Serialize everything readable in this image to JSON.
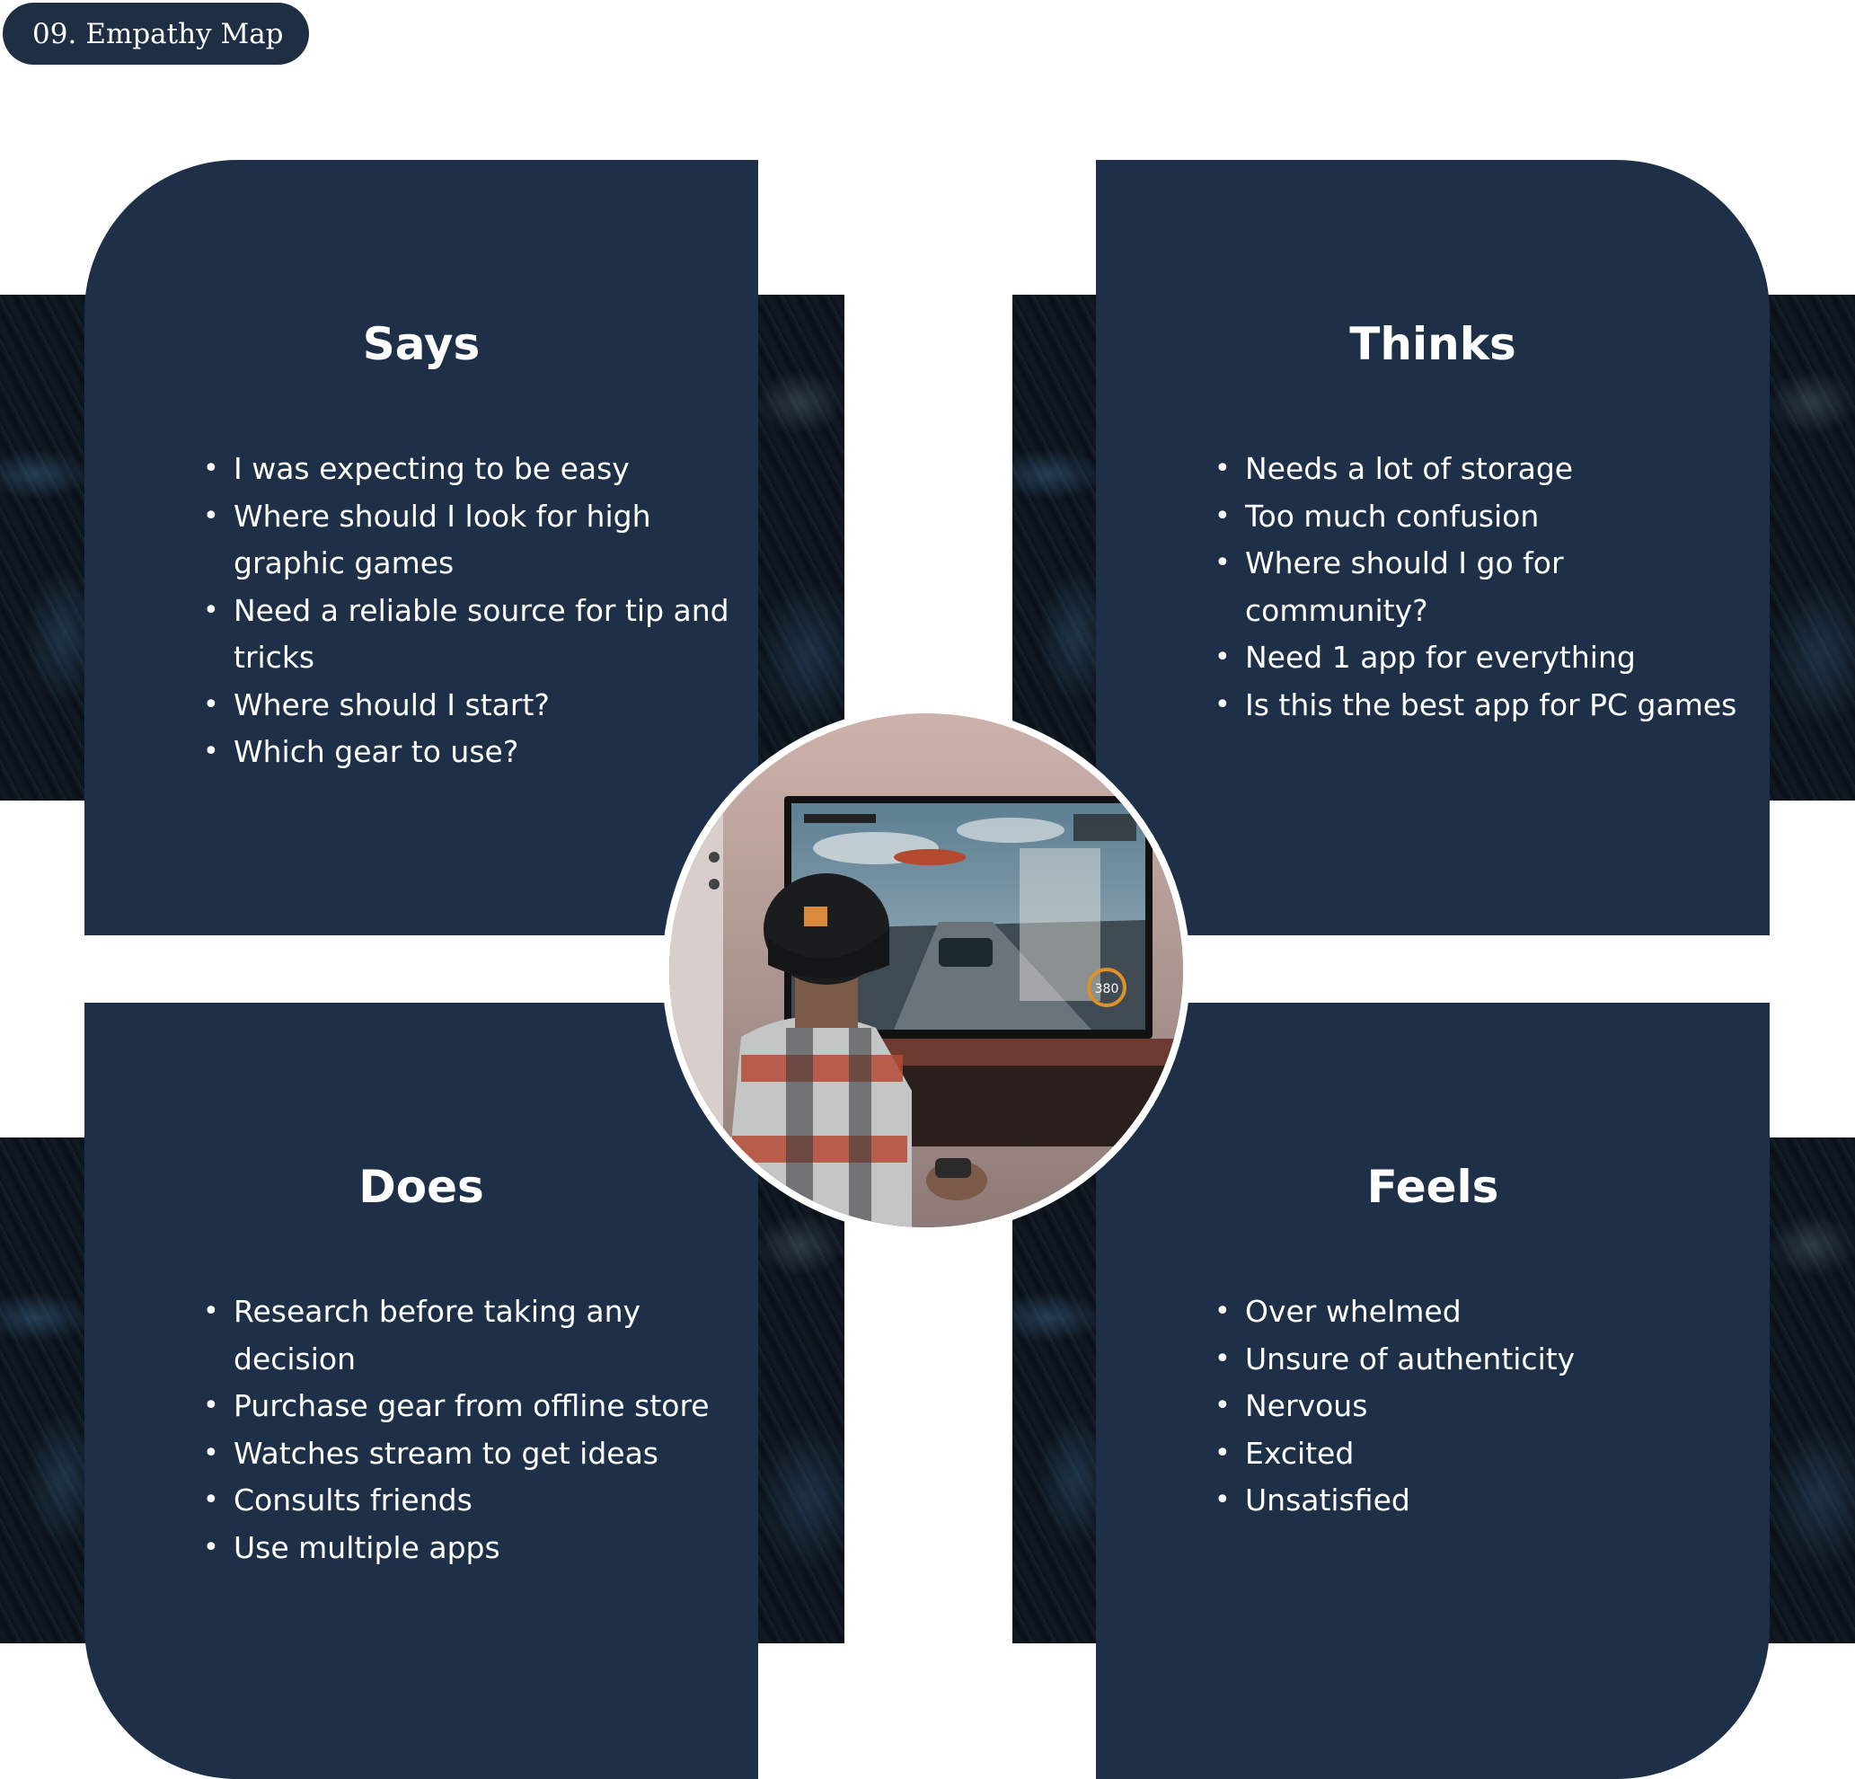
{
  "header": {
    "number": "09.",
    "title": "Empathy Map"
  },
  "quadrants": {
    "says": {
      "title": "Says",
      "items": [
        "I was expecting to be easy",
        "Where should I look for high graphic games",
        "Need a reliable source for tip and tricks",
        "Where should I start?",
        "Which gear to use?"
      ]
    },
    "thinks": {
      "title": "Thinks",
      "items": [
        "Needs a lot of storage",
        "Too much confusion",
        "Where should I go for community?",
        "Need 1 app for everything",
        "Is this the best app for PC games"
      ]
    },
    "does": {
      "title": "Does",
      "items": [
        "Research before taking any decision",
        "Purchase gear from offline store",
        "Watches stream to get ideas",
        "Consults friends",
        "Use multiple apps"
      ]
    },
    "feels": {
      "title": "Feels",
      "items": [
        "Over whelmed",
        "Unsure of authenticity",
        "Nervous",
        "Excited",
        "Unsatisfied"
      ]
    }
  },
  "center_image": {
    "hud_speed": "380"
  },
  "colors": {
    "card_bg": "#1e3048",
    "pill_bg": "#1e2f44",
    "text": "#ffffff"
  }
}
